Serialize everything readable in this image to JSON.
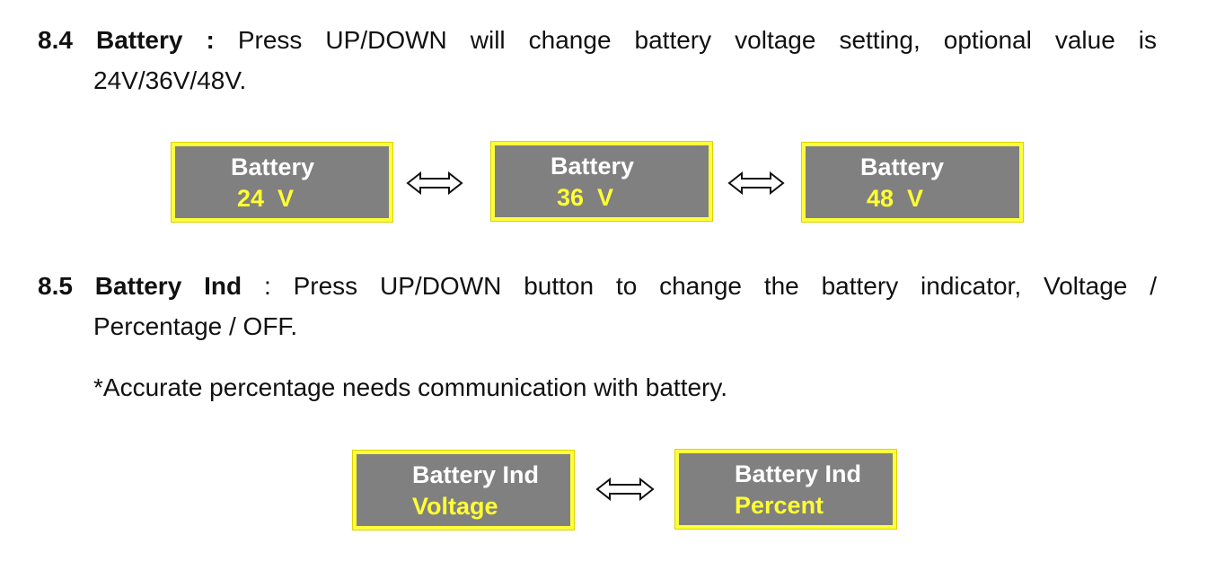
{
  "section_8_4": {
    "number": "8.4",
    "term": "Battery :",
    "text_line1": "Press UP/DOWN will change battery voltage setting, optional value is",
    "text_line2": "24V/36V/48V."
  },
  "battery_displays": [
    {
      "title": "Battery",
      "value": "24  V"
    },
    {
      "title": "Battery",
      "value": "36  V"
    },
    {
      "title": "Battery",
      "value": "48  V"
    }
  ],
  "section_8_5": {
    "number": "8.5",
    "term": "Battery Ind",
    "text_line1": ": Press UP/DOWN button to change the battery indicator, Voltage /",
    "text_line2": "Percentage / OFF."
  },
  "note": "*Accurate percentage needs communication with battery.",
  "battery_ind_displays": [
    {
      "title": "Battery Ind",
      "value": "Voltage"
    },
    {
      "title": "Battery Ind",
      "value": "Percent"
    }
  ],
  "colors": {
    "lcd_background": "#808080",
    "lcd_border": "#fbff3b",
    "lcd_title": "#ffffff",
    "lcd_value": "#ffff33"
  },
  "icons": [
    "double-arrow-icon"
  ]
}
